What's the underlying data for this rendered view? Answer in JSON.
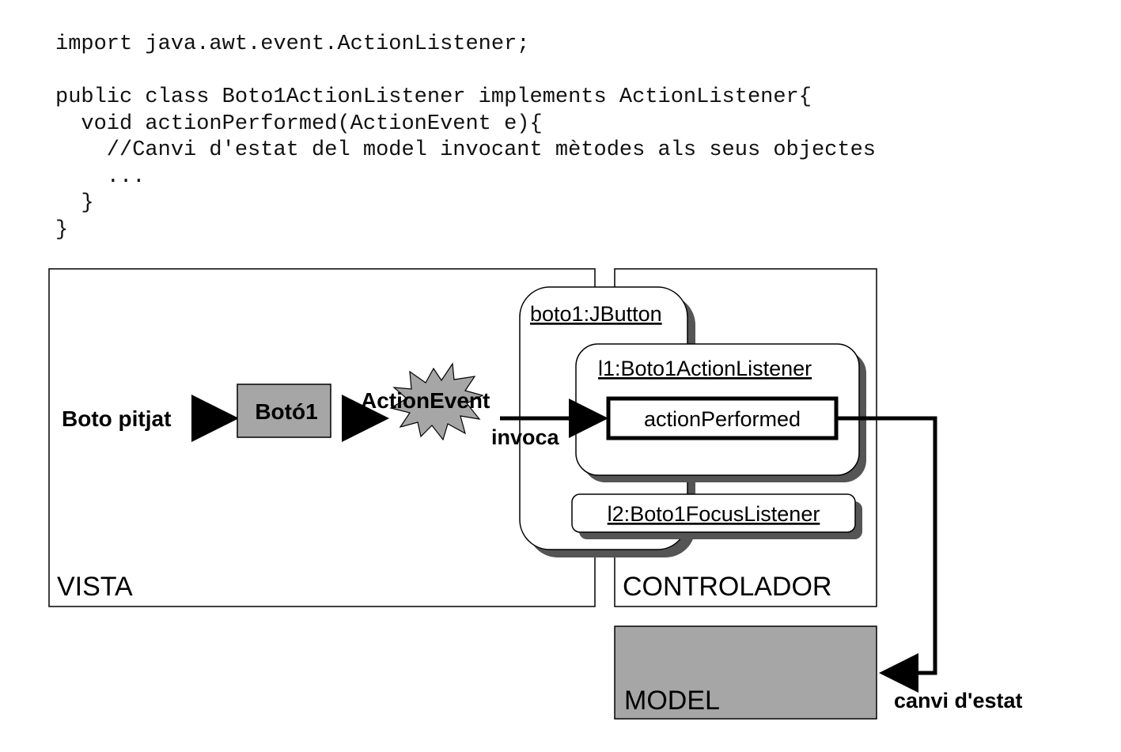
{
  "code": {
    "lines": [
      "import java.awt.event.ActionListener;",
      "",
      "public class Boto1ActionListener implements ActionListener{",
      "  void actionPerformed(ActionEvent e){",
      "    //Canvi d'estat del model invocant mètodes als seus objectes",
      "    ...",
      "  }",
      "}"
    ]
  },
  "diagram": {
    "vista_label": "VISTA",
    "controlador_label": "CONTROLADOR",
    "model_label": "MODEL",
    "boto_pitjat_label": "Boto pitjat",
    "boto1_label": "Botó1",
    "action_event_label": "ActionEvent",
    "invoca_label": "invoca",
    "jbutton_label": "boto1:JButton",
    "listener1_label": "l1:Boto1ActionListener",
    "action_performed_label": "actionPerformed",
    "listener2_label": "l2:Boto1FocusListener",
    "canvi_estat_label": "canvi d'estat",
    "colors": {
      "gray_fill": "#a6a6a6",
      "shadow": "#555555",
      "stroke": "#000000"
    }
  }
}
